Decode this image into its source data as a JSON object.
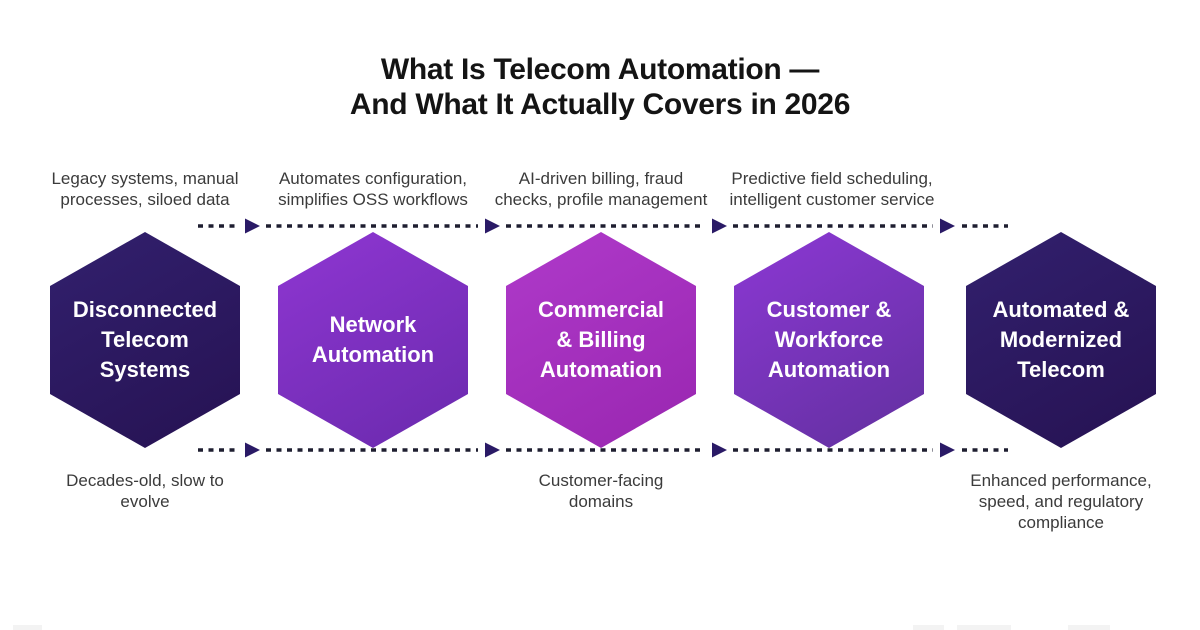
{
  "title": "What Is Telecom Automation —\nAnd What It Actually Covers in 2026",
  "top_labels": [
    "Legacy systems, manual\nprocesses, siloed data",
    "Automates configuration,\nsimplifies OSS workflows",
    "AI-driven billing, fraud\nchecks, profile management",
    "Predictive field scheduling,\nintelligent customer service"
  ],
  "hexagons": [
    {
      "label": "Disconnected\nTelecom\nSystems",
      "color_start": "#32206e",
      "color_end": "#261252"
    },
    {
      "label": "Network\nAutomation",
      "color_start": "#8f36d2",
      "color_end": "#6a2aad"
    },
    {
      "label": "Commercial\n& Billing\nAutomation",
      "color_start": "#af3aca",
      "color_end": "#9926b0"
    },
    {
      "label": "Customer &\nWorkforce\nAutomation",
      "color_start": "#8c38d4",
      "color_end": "#62309f"
    },
    {
      "label": "Automated &\nModernized\nTelecom",
      "color_start": "#32206e",
      "color_end": "#261252"
    }
  ],
  "bottom_labels": [
    "Decades-old, slow to\nevolve",
    "Customer-facing\ndomains",
    "Enhanced performance,\nspeed, and regulatory\ncompliance"
  ],
  "colors": {
    "title_text": "#141414",
    "label_text": "#3b3b3b",
    "hex_text": "#ffffff",
    "arrow_line": "#1e1e30",
    "arrowhead": "#2a1a66"
  }
}
